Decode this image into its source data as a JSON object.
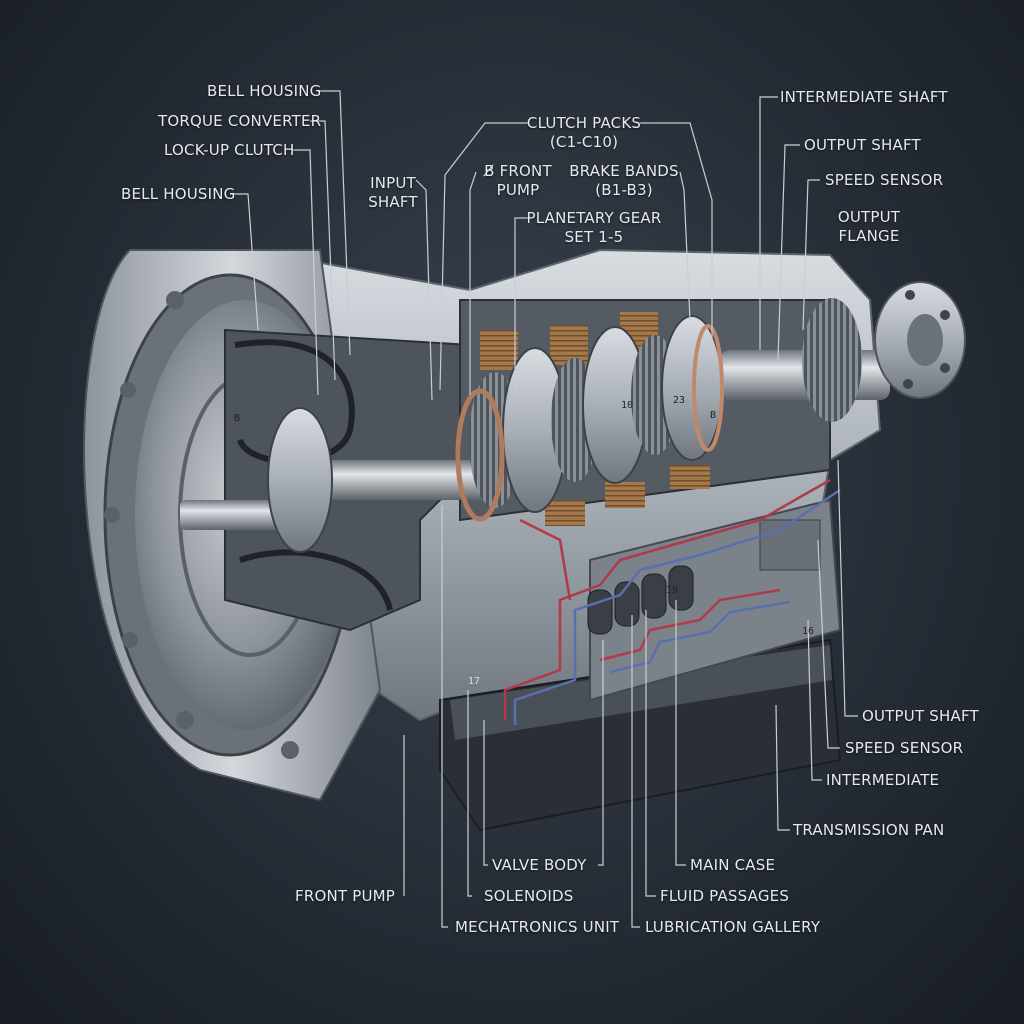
{
  "labels": {
    "bell_housing_top": "BELL HOUSING",
    "torque_converter": "TORQUE CONVERTER",
    "lock_up_clutch": "LOCK-UP CLUTCH",
    "bell_housing_left": "BELL HOUSING",
    "input_shaft": [
      "INPUT",
      "SHAFT"
    ],
    "clutch_packs": [
      "CLUTCH PACKS",
      "(C1-C10)"
    ],
    "front_pump_upper": [
      "B̸ FRONT",
      "PUMP"
    ],
    "brake_bands": [
      "BRAKE BANDS",
      "(B1-B3)"
    ],
    "planetary_gear": [
      "PLANETARY GEAR",
      "SET 1-5"
    ],
    "intermediate_shaft": "INTERMEDIATE SHAFT",
    "output_shaft_top": "OUTPUT SHAFT",
    "speed_sensor_top": "SPEED SENSOR",
    "output_flange": [
      "OUTPUT",
      "FLANGE"
    ],
    "output_shaft_bottom": "OUTPUT SHAFT",
    "speed_sensor_bottom": "SPEED SENSOR",
    "intermediate": "INTERMEDIATE",
    "transmission_pan": "TRANSMISSION PAN",
    "valve_body": "VALVE BODY",
    "main_case": "MAIN CASE",
    "front_pump_bottom": "FRONT PUMP",
    "solenoids": "SOLENOIDS",
    "fluid_passages": "FLUID PASSAGES",
    "mechatronics_unit": "MECHATRONICS UNIT",
    "lubrication_gallery": "LUBRICATION GALLERY"
  },
  "part_marks": {
    "b_converter": "B",
    "m10": "10",
    "m23": "23",
    "b_gear": "B",
    "m19": "19",
    "m16": "16",
    "m17": "17"
  },
  "colors": {
    "background": "#262d36",
    "label_text": "#e6e9ee",
    "leader_line": "#c9ced6",
    "fluid_red": "#b03a48",
    "fluid_blue": "#5a6fb0",
    "clutch_friction": "#a5784a"
  }
}
